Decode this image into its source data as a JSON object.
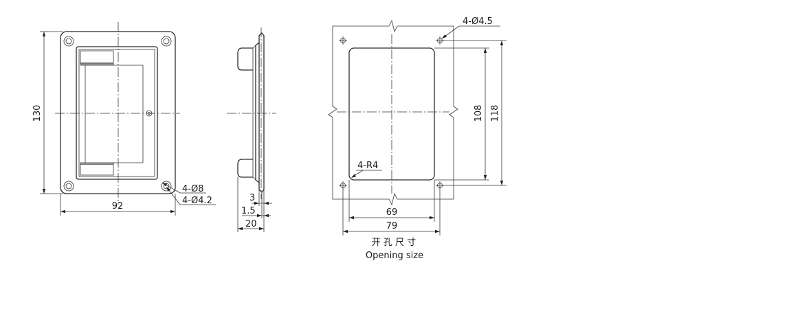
{
  "front_view": {
    "height_dim": "130",
    "width_dim": "92",
    "hole_outer_note": "4-Ø8",
    "hole_inner_note": "4-Ø4.2"
  },
  "side_view": {
    "dim_3": "3",
    "dim_1_5": "1.5",
    "dim_20": "20"
  },
  "cutout_view": {
    "hole_note": "4-Ø4.5",
    "radius_note": "4-R4",
    "dim_108": "108",
    "dim_118": "118",
    "dim_69": "69",
    "dim_79": "79",
    "caption_cn": "开 孔 尺 寸",
    "caption_en": "Opening size"
  }
}
